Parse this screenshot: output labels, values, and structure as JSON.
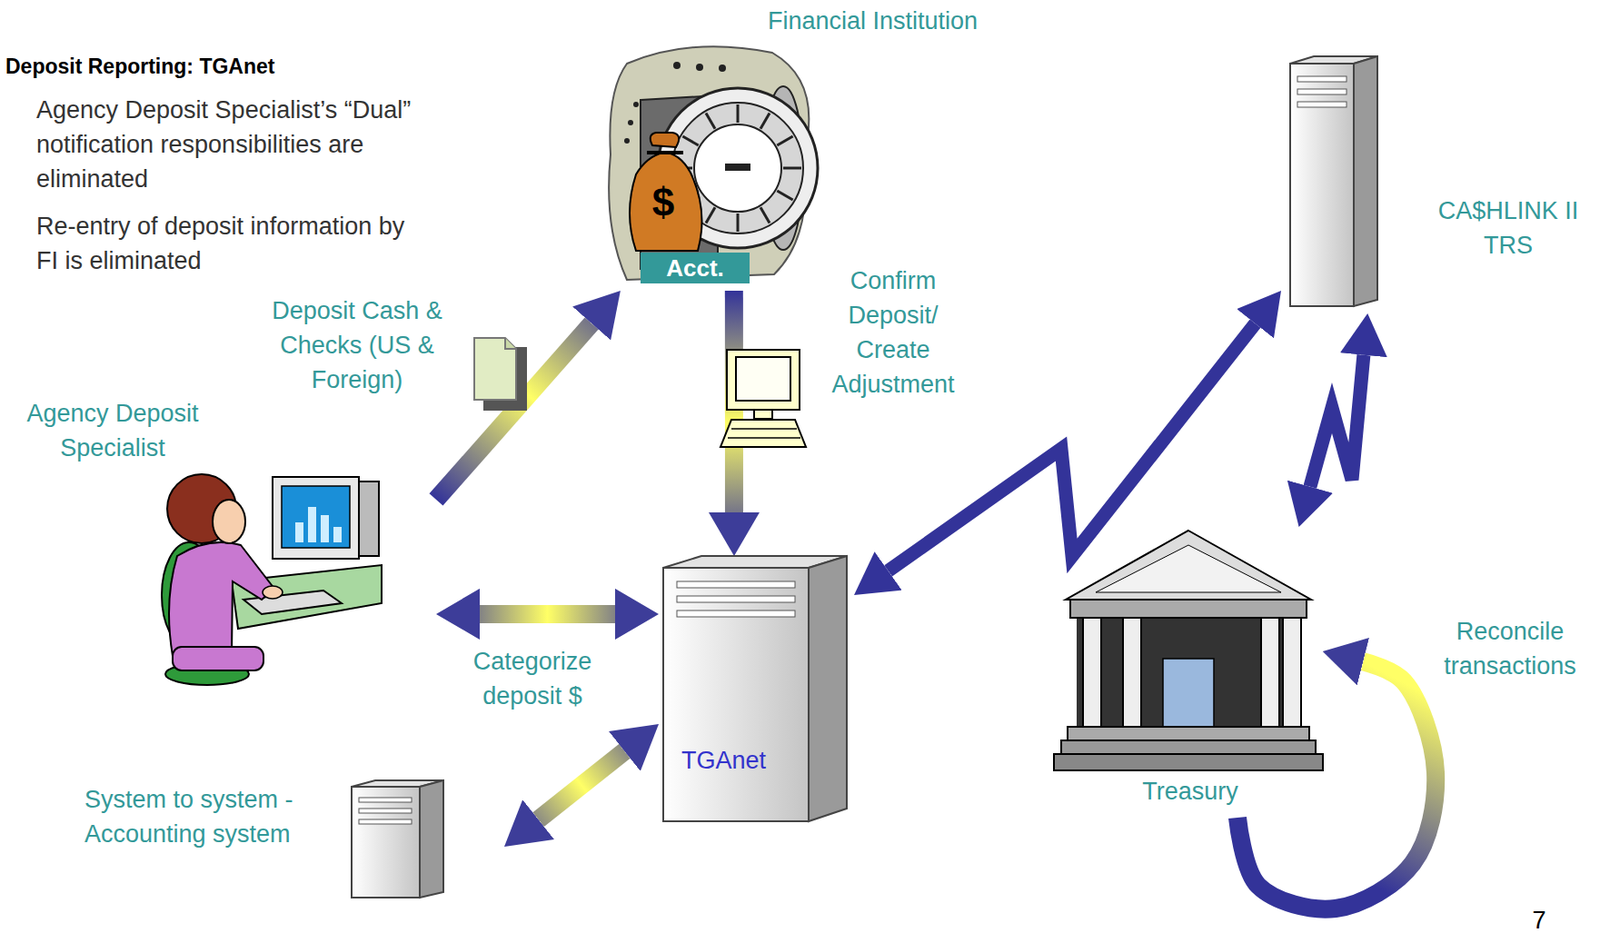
{
  "diagram": {
    "title": "Deposit Reporting: TGAnet",
    "nodes": [
      {
        "text": [
          "Financial Institution"
        ]
      },
      {
        "text": [
          "CA$HLINK II TRS"
        ]
      },
      {
        "text": [
          "Agency Deposit Specialist"
        ]
      },
      {
        "text": [
          "TGAnet"
        ]
      },
      {
        "text": [
          "Treasury"
        ]
      },
      {
        "text": [
          "System to system - Accounting system"
        ]
      }
    ],
    "edges": [
      {
        "from": 2,
        "to": 0,
        "arrow": "to",
        "label": "Deposit Cash & Checks (US & Foreign)"
      },
      {
        "from": 0,
        "to": 3,
        "arrow": "to",
        "label": "Confirm Deposit/ Create Adjustment"
      },
      {
        "from": 2,
        "to": 3,
        "arrow": "both",
        "label": "Categorize deposit $"
      },
      {
        "from": 5,
        "to": 3,
        "arrow": "both"
      },
      {
        "from": 3,
        "to": 1,
        "arrow": "both"
      },
      {
        "from": 4,
        "to": 1,
        "arrow": "both"
      },
      {
        "from": 4,
        "to": 4,
        "arrow": "to",
        "label": "Reconcile transactions"
      }
    ],
    "labels": [
      "Agency Deposit Specialist’s “Dual” notification responsibilities are eliminated",
      "Re-entry of deposit information by FI is eliminated",
      "$",
      "Acct.",
      "7"
    ]
  }
}
